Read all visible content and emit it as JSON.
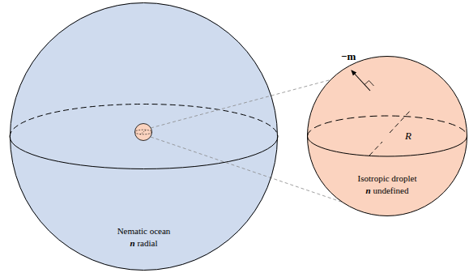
{
  "diagram": {
    "nodes": [
      {
        "text": [
          "Nematic ocean",
          "n radial"
        ]
      },
      {
        "text": [
          "Isotropic droplet",
          "n undefined"
        ]
      }
    ],
    "labels": [
      "−m",
      "R"
    ]
  }
}
